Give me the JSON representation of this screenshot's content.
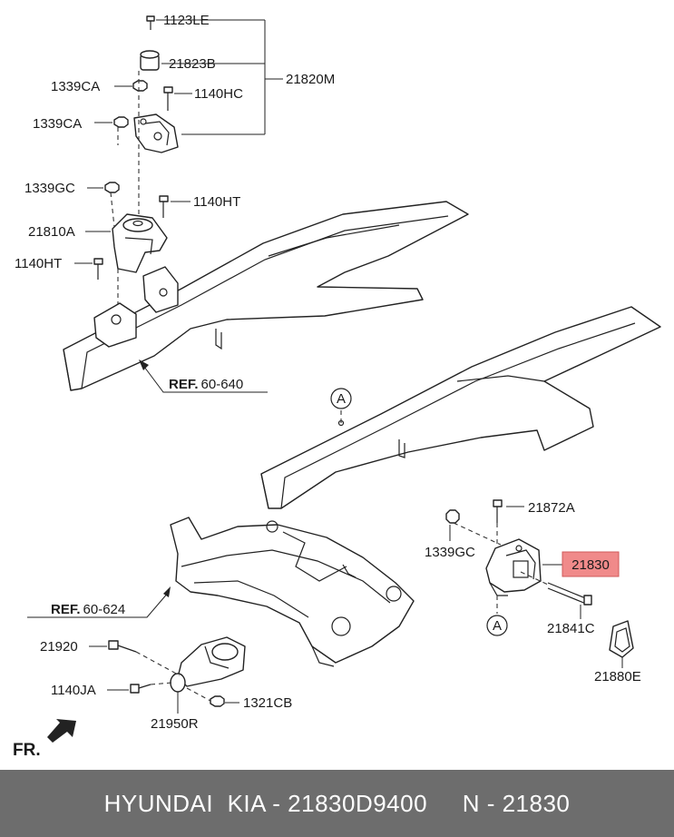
{
  "labels": {
    "p1123LE": "1123LE",
    "p21823B": "21823B",
    "p21820M": "21820M",
    "p1339CA_1": "1339CA",
    "p1140HC": "1140HC",
    "p1339CA_2": "1339CA",
    "p1339GC_top": "1339GC",
    "p1140HT_1": "1140HT",
    "p21810A": "21810A",
    "p1140HT_2": "1140HT",
    "ref_640_bold": "REF.",
    "ref_640_num": "60-640",
    "marker_a_top": "A",
    "p21872A": "21872A",
    "p1339GC_right": "1339GC",
    "p21830": "21830",
    "ref_624_bold": "REF.",
    "ref_624_num": "60-624",
    "p21841C": "21841C",
    "marker_a_bottom": "A",
    "p21920": "21920",
    "p21880E": "21880E",
    "p1140JA": "1140JA",
    "p1321CB": "1321CB",
    "p21950R": "21950R",
    "fr": "FR."
  },
  "highlight_color": "#f08a8a",
  "footer": {
    "brand": "HYUNDAI  KIA - 21830D9400",
    "ref": "N - 21830"
  }
}
